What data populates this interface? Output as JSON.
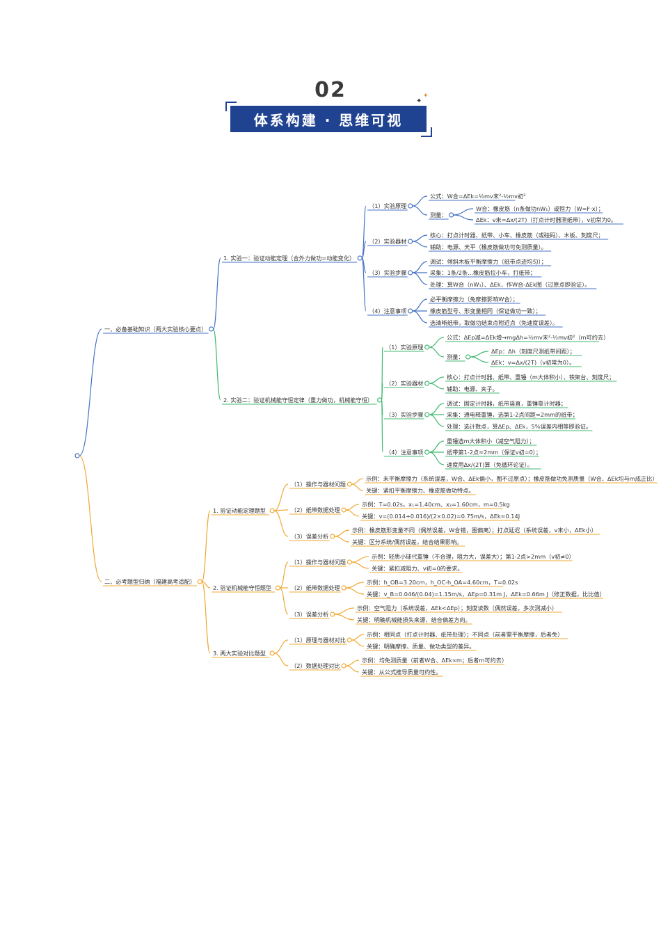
{
  "header": {
    "number": "02",
    "title": "体系构建 · 思维可视"
  },
  "colors": {
    "blue": "#4472c4",
    "green": "#3fb96f",
    "orange": "#f0a830"
  },
  "tree": {
    "label": "",
    "children": [
      {
        "label": "一、必备基础知识（两大实验核心要点）",
        "color": "blue",
        "children": [
          {
            "label": "1. 实验一：验证动能定理（合外力做功=动能变化）",
            "color": "blue",
            "children": [
              {
                "label": "（1）实验原理",
                "color": "blue",
                "children": [
                  {
                    "label": "公式：W合=ΔEk=½mv末²-½mv初²",
                    "color": "blue"
                  },
                  {
                    "label": "测量：",
                    "color": "blue",
                    "children": [
                      {
                        "label": "W合：橡皮筋（n条做功nW₁）或恒力（W=F·x）；",
                        "color": "blue"
                      },
                      {
                        "label": "ΔEk：v末=Δx/(2T)（打点计时器测纸带），v初常为0。",
                        "color": "blue"
                      }
                    ]
                  }
                ]
              },
              {
                "label": "（2）实验器材",
                "color": "blue",
                "children": [
                  {
                    "label": "核心：打点计时器、纸带、小车、橡皮筋（或砝码）、木板、刻度尺；",
                    "color": "blue"
                  },
                  {
                    "label": "辅助：电源、天平（橡皮筋做功可免测质量）。",
                    "color": "blue"
                  }
                ]
              },
              {
                "label": "（3）实验步骤",
                "color": "blue",
                "children": [
                  {
                    "label": "调试：倾斜木板平衡摩擦力（纸带点迹均匀）；",
                    "color": "blue"
                  },
                  {
                    "label": "采集：1条/2条...橡皮筋拉小车，打纸带；",
                    "color": "blue"
                  },
                  {
                    "label": "处理：算W合（nW₁）、ΔEk，作W合-ΔEk图（过原点即验证）。",
                    "color": "blue"
                  }
                ]
              },
              {
                "label": "（4）注意事项",
                "color": "blue",
                "children": [
                  {
                    "label": "必平衡摩擦力（免摩擦影响W合）；",
                    "color": "blue"
                  },
                  {
                    "label": "橡皮筋型号、形变量相同（保证做功一致）；",
                    "color": "blue"
                  },
                  {
                    "label": "选清晰纸带，取做功结束点附近点（免速度误差）。",
                    "color": "blue"
                  }
                ]
              }
            ]
          },
          {
            "label": "2. 实验二：验证机械能守恒定律（重力做功，机械能守恒）",
            "color": "green",
            "children": [
              {
                "label": "（1）实验原理",
                "color": "green",
                "children": [
                  {
                    "label": "公式：ΔEp减=ΔEk增→mgΔh=½mv末²-½mv初²（m可约去）",
                    "color": "green"
                  },
                  {
                    "label": "测量：",
                    "color": "green",
                    "children": [
                      {
                        "label": "ΔEp：Δh（刻度尺测纸带间距）；",
                        "color": "green"
                      },
                      {
                        "label": "ΔEk：v=Δx/(2T)（v初常为0）。",
                        "color": "green"
                      }
                    ]
                  }
                ]
              },
              {
                "label": "（2）实验器材",
                "color": "green",
                "children": [
                  {
                    "label": "核心：打点计时器、纸带、重锤（m大体积小）、铁架台、刻度尺；",
                    "color": "green"
                  },
                  {
                    "label": "辅助：电源、夹子。",
                    "color": "green"
                  }
                ]
              },
              {
                "label": "（3）实验步骤",
                "color": "green",
                "children": [
                  {
                    "label": "调试：固定计时器，纸带竖直，重锤靠计时器；",
                    "color": "green"
                  },
                  {
                    "label": "采集：通电释重锤，选第1-2点间距≈2mm的纸带；",
                    "color": "green"
                  },
                  {
                    "label": "处理：选计数点，算ΔEp、ΔEk，5%误差内相等即验证。",
                    "color": "green"
                  }
                ]
              },
              {
                "label": "（4）注意事项",
                "color": "green",
                "children": [
                  {
                    "label": "重锤选m大体积小（减空气阻力）；",
                    "color": "green"
                  },
                  {
                    "label": "纸带第1-2点≈2mm（保证v初=0）；",
                    "color": "green"
                  },
                  {
                    "label": "速度用Δx/(2T)算（免循环论证）。",
                    "color": "green"
                  }
                ]
              }
            ]
          }
        ]
      },
      {
        "label": "二、必考题型归纳（福建高考适配）",
        "color": "orange",
        "children": [
          {
            "label": "1. 验证动能定理题型",
            "color": "orange",
            "children": [
              {
                "label": "（1）操作与器材问题",
                "color": "orange",
                "children": [
                  {
                    "label": "示例：未平衡摩擦力（系统误差，W合、ΔEk偏小，图不过原点）；橡皮筋做功免测质量（W合、ΔEk均与m成正比）",
                    "color": "orange"
                  },
                  {
                    "label": "关键：紧扣平衡摩擦力、橡皮筋做功特点。",
                    "color": "orange"
                  }
                ]
              },
              {
                "label": "（2）纸带数据处理",
                "color": "orange",
                "children": [
                  {
                    "label": "示例：T=0.02s，x₁=1.40cm、x₂=1.60cm，m=0.5kg",
                    "color": "orange"
                  },
                  {
                    "label": "关键：v=(0.014+0.016)/(2×0.02)=0.75m/s，ΔEk≈0.14J",
                    "color": "orange"
                  }
                ]
              },
              {
                "label": "（3）误差分析",
                "color": "orange",
                "children": [
                  {
                    "label": "示例：橡皮筋形变量不同（偶然误差，W合错，图偏离）；打点延迟（系统误差，v末小，ΔEk小）",
                    "color": "orange"
                  },
                  {
                    "label": "关键：区分系统/偶然误差，结合结果影响。",
                    "color": "orange"
                  }
                ]
              }
            ]
          },
          {
            "label": "2. 验证机械能守恒题型",
            "color": "orange",
            "children": [
              {
                "label": "（1）操作与器材问题",
                "color": "orange",
                "children": [
                  {
                    "label": "示例：轻质小球代重锤（不合理，阻力大，误差大）；第1-2点>2mm（v初≠0）",
                    "color": "orange"
                  },
                  {
                    "label": "关键：紧扣减阻力、v初=0的要求。",
                    "color": "orange"
                  }
                ]
              },
              {
                "label": "（2）纸带数据处理",
                "color": "orange",
                "children": [
                  {
                    "label": "示例：h_OB=3.20cm，h_OC-h_OA=4.60cm，T=0.02s",
                    "color": "orange"
                  },
                  {
                    "label": "关键：v_B=0.046/(0.04)=1.15m/s，ΔEp=0.31m J，ΔEk=0.66m J（修正数据，比比值）",
                    "color": "orange"
                  }
                ]
              },
              {
                "label": "（3）误差分析",
                "color": "orange",
                "children": [
                  {
                    "label": "示例：空气阻力（系统误差，ΔEk<ΔEp）；刻度读数（偶然误差，多次测减小）",
                    "color": "orange"
                  },
                  {
                    "label": "关键：明确机械能损失来源，结合偏差方向。",
                    "color": "orange"
                  }
                ]
              }
            ]
          },
          {
            "label": "3. 两大实验对比题型",
            "color": "orange",
            "children": [
              {
                "label": "（1）原理与器材对比",
                "color": "orange",
                "children": [
                  {
                    "label": "示例：相同点（打点计时器、纸带处理）；不同点（前者需平衡摩擦，后者免）",
                    "color": "orange"
                  },
                  {
                    "label": "关键：明确摩擦、质量、做功类型的差异。",
                    "color": "orange"
                  }
                ]
              },
              {
                "label": "（2）数据处理对比",
                "color": "orange",
                "children": [
                  {
                    "label": "示例：均免测质量（前者W合、ΔEk∝m；后者m可约去）",
                    "color": "orange"
                  },
                  {
                    "label": "关键：从公式推导质量可约性。",
                    "color": "orange"
                  }
                ]
              }
            ]
          }
        ]
      }
    ]
  }
}
